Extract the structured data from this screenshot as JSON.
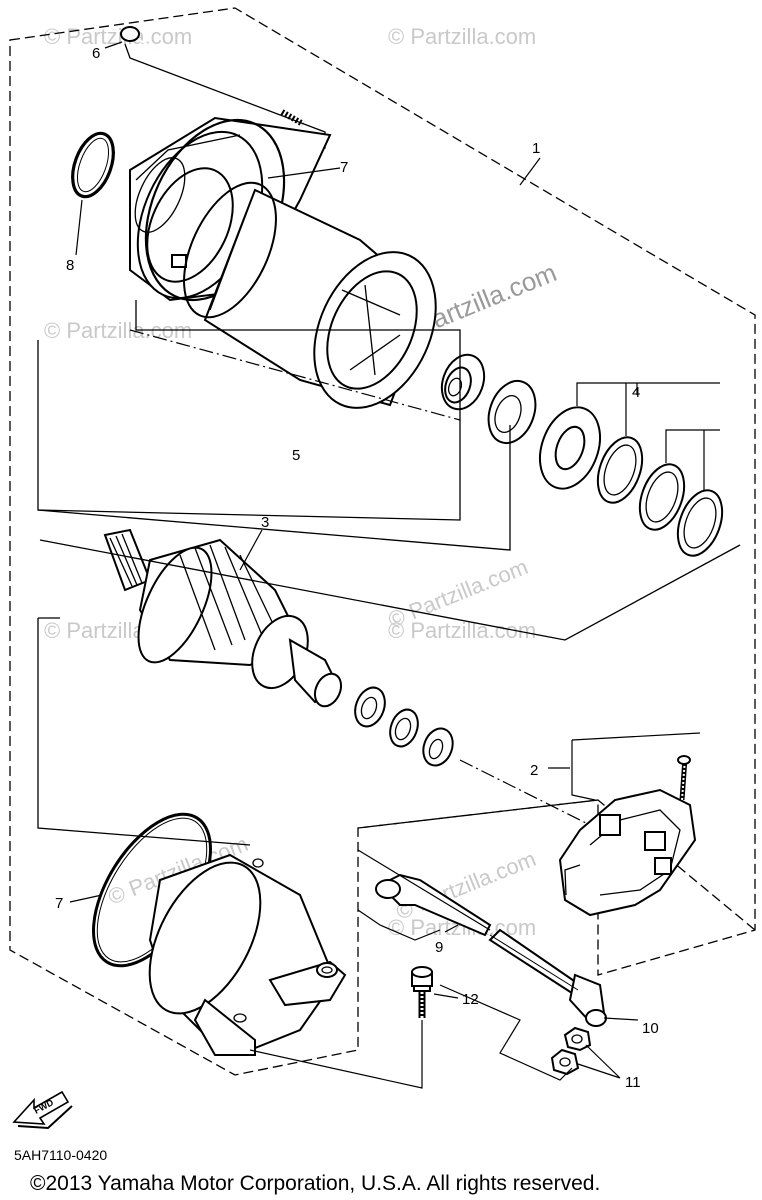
{
  "watermarks": {
    "partzilla": "© Partzilla.com",
    "center": "© Partzilla.com"
  },
  "callouts": {
    "c1": "1",
    "c2": "2",
    "c3": "3",
    "c4": "4",
    "c5": "5",
    "c6": "6",
    "c7a": "7",
    "c7b": "7",
    "c8": "8",
    "c9": "9",
    "c10": "10",
    "c11": "11",
    "c12": "12"
  },
  "fwd_label": "FWD",
  "diagram_code": "5AH7110-0420",
  "copyright": "©2013  Yamaha Motor Corporation, U.S.A. All rights reserved."
}
